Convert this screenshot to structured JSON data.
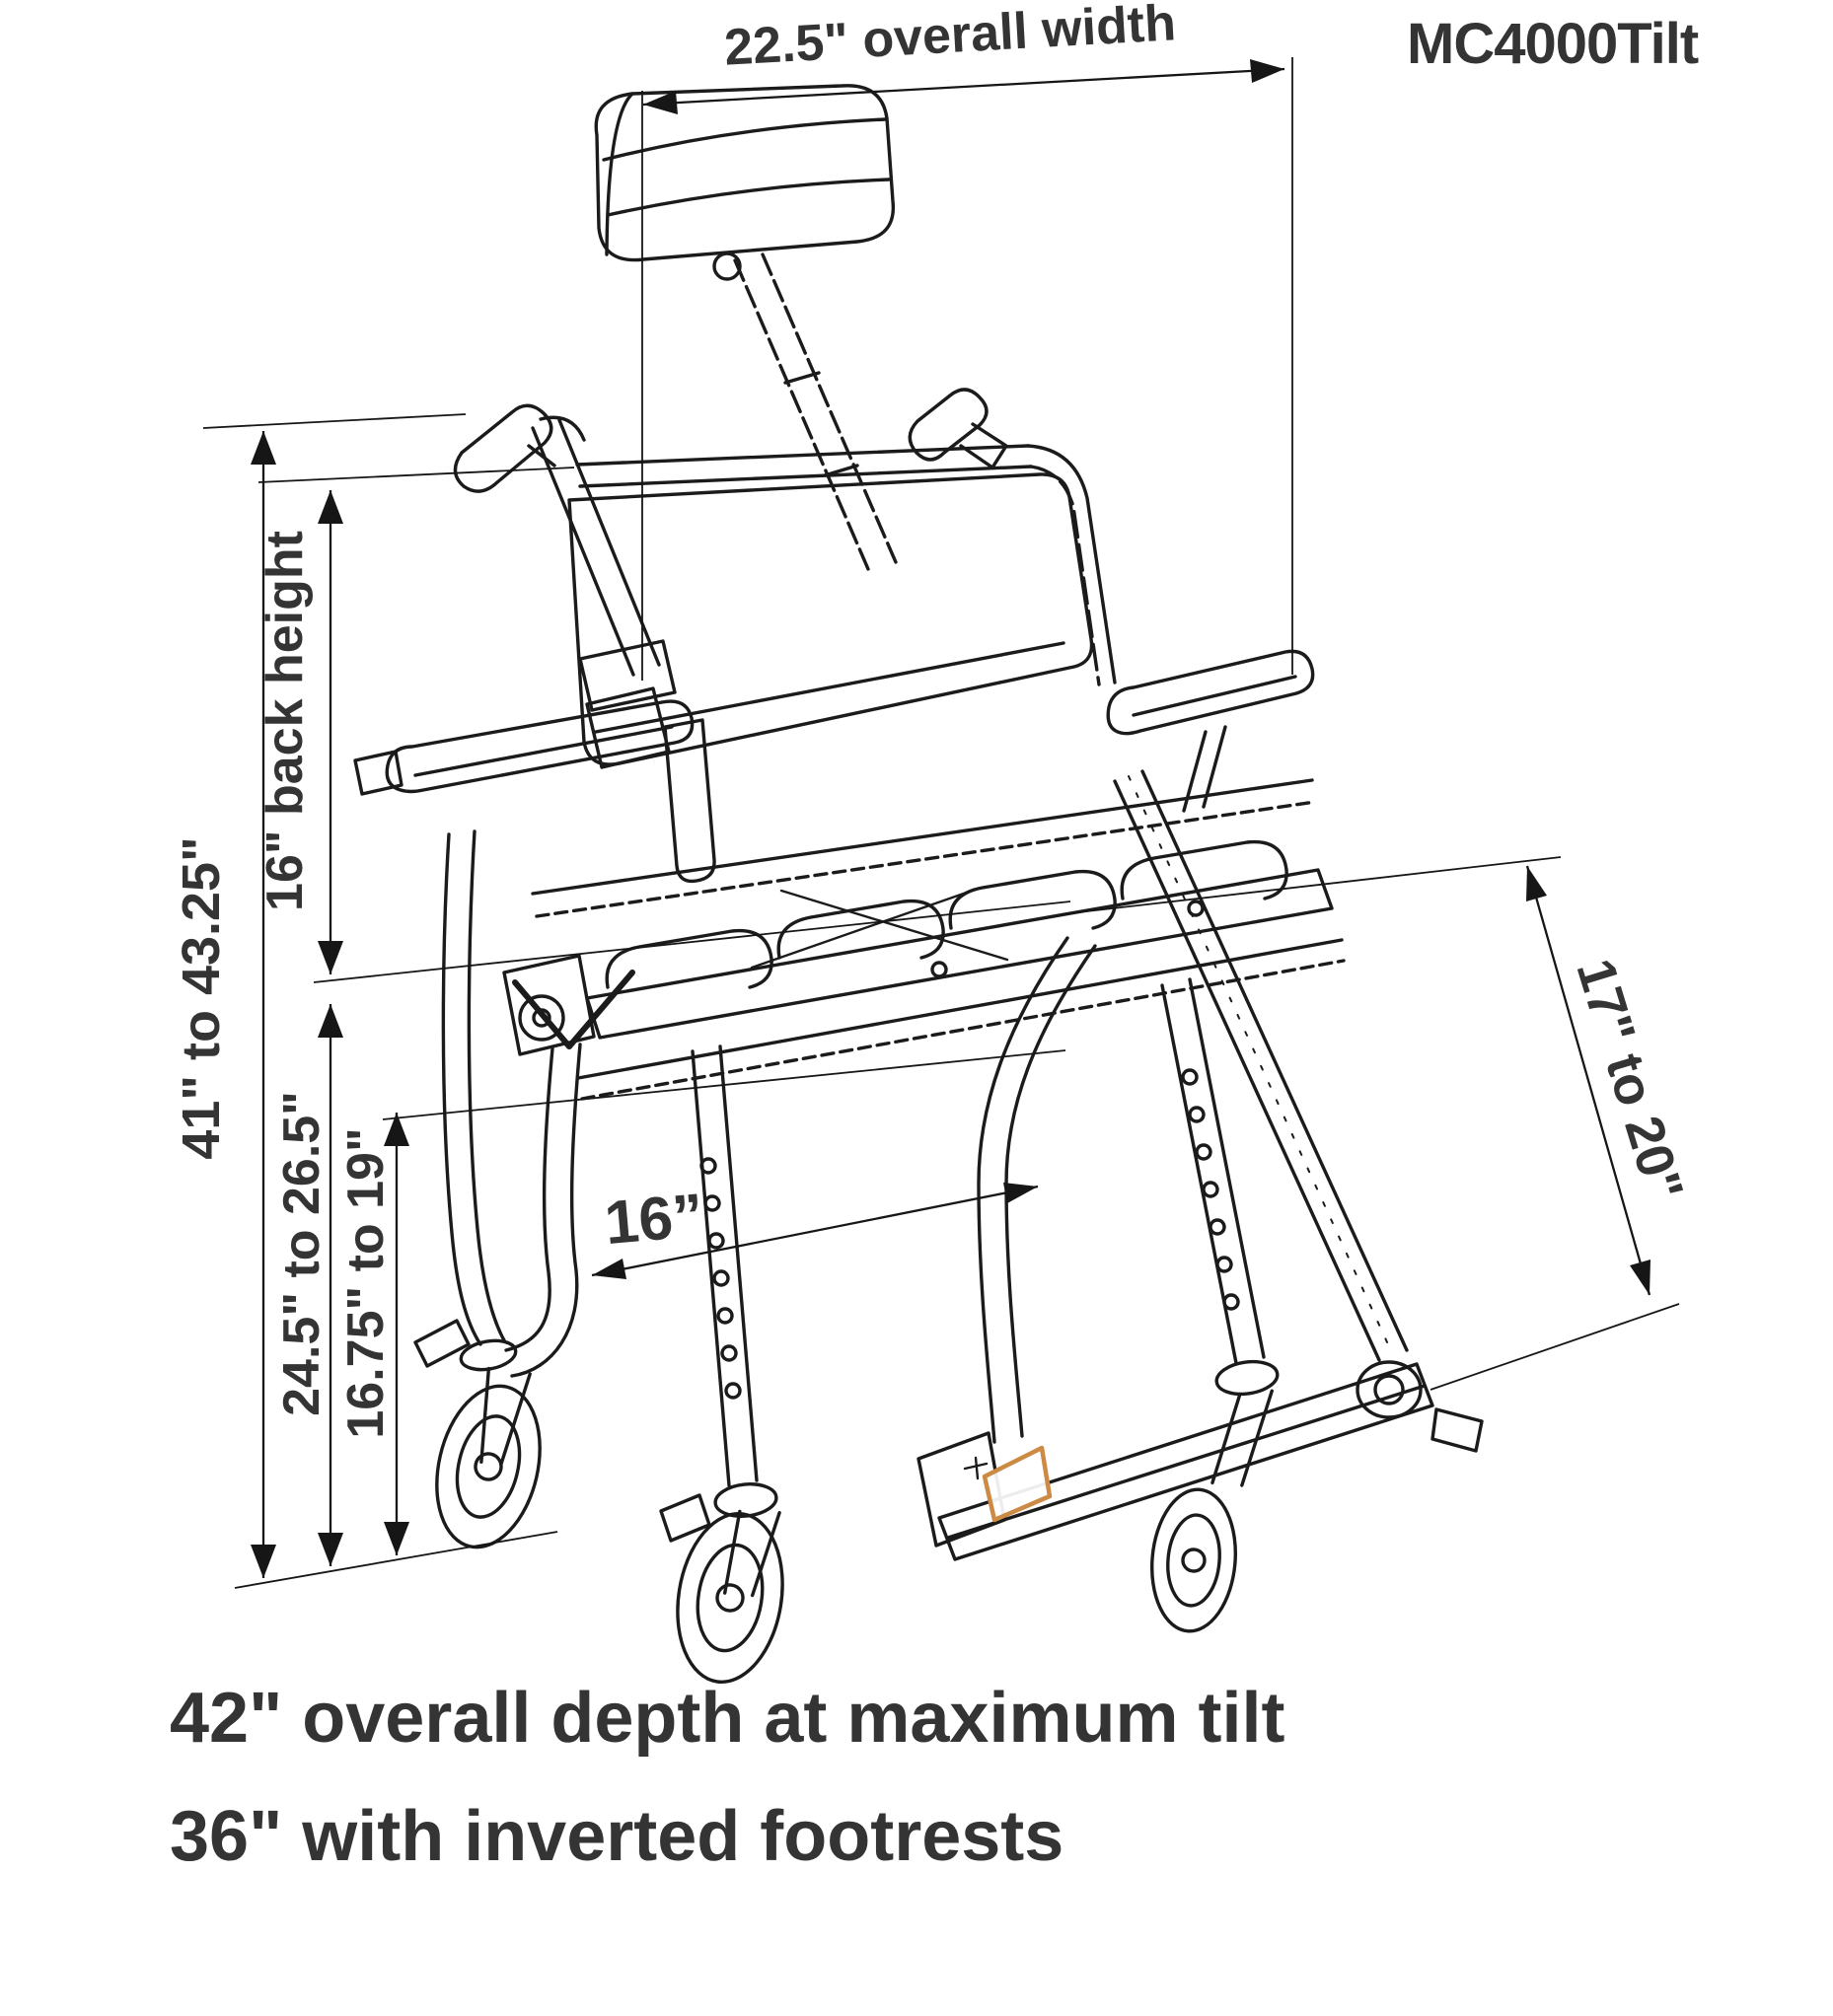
{
  "title": "MC4000Tilt",
  "description": "Technical dimension line drawing of the MC4000Tilt tilt-in-space rolling shower commode chair, three-quarter view, with an orange-highlighted footplate",
  "colors": {
    "line": "#1b1b1b",
    "dimension_line": "#161616",
    "text": "#343434",
    "footplate_highlight": "#cc8a44",
    "background": "#ffffff"
  },
  "dimensions": {
    "overall_width": {
      "label": "22.5\" overall width"
    },
    "overall_height": {
      "label": "41\" to 43.25\""
    },
    "back_height": {
      "label": "16\" back height"
    },
    "seat_to_floor": {
      "label": "24.5\" to 26.5\""
    },
    "seat_height": {
      "label": "16.75\" to 19\""
    },
    "seat_depth": {
      "label": "16”"
    },
    "seat_width": {
      "label": "17\" to 20\""
    }
  },
  "notes": {
    "line1": "42\" overall depth at maximum tilt",
    "line2": "36\" with inverted footrests"
  },
  "parts": {
    "headrest": "headrest pad",
    "backrest": "backrest pad with push handles",
    "armrests": "flip-back armrests",
    "seat": "commode seat with tilt mechanism",
    "legs": "height-adjustable legs with casters",
    "footrest": "swing-away footrest with highlighted footplate"
  }
}
